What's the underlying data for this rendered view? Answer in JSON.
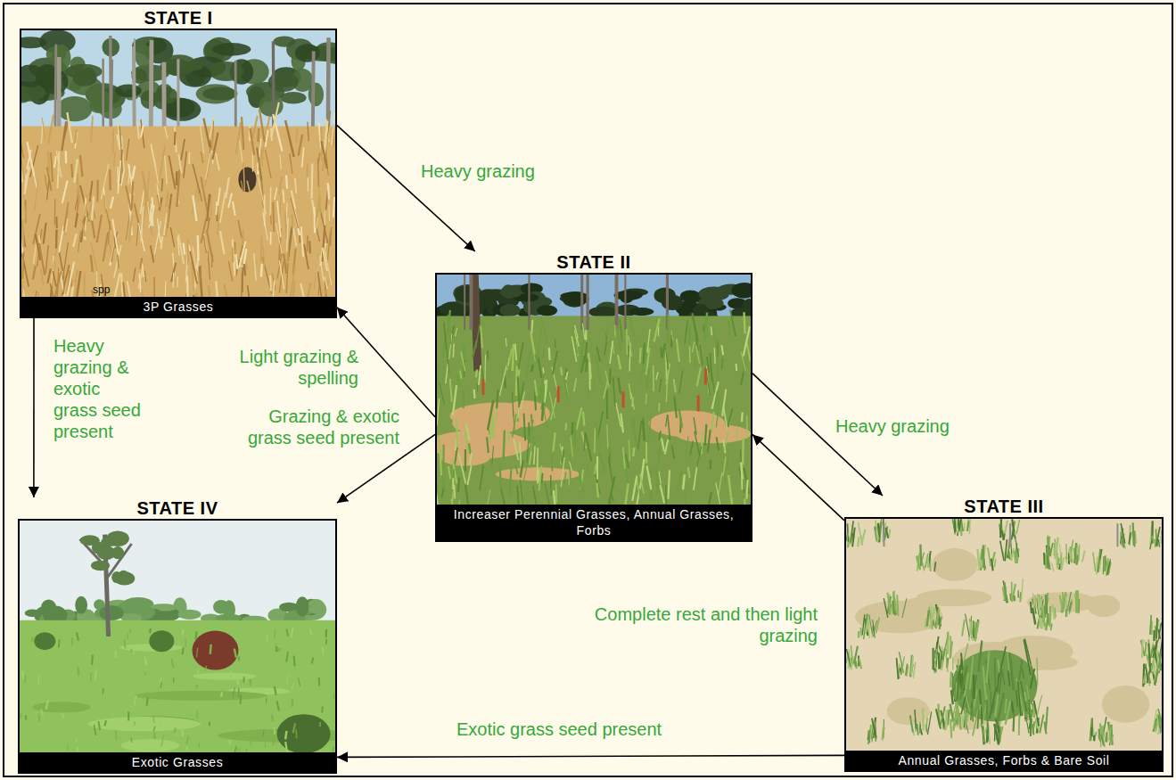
{
  "diagram": {
    "nodes": [
      {
        "text": [
          "STATE I",
          "3P Grasses"
        ]
      },
      {
        "text": [
          "STATE II",
          "Increaser Perennial Grasses, Annual Grasses, Forbs"
        ]
      },
      {
        "text": [
          "STATE III",
          "Annual Grasses, Forbs & Bare Soil"
        ]
      },
      {
        "text": [
          "STATE IV",
          "Exotic Grasses"
        ]
      }
    ],
    "edges": [
      {
        "from": 0,
        "to": 1,
        "label": "Heavy grazing",
        "arrow": "to"
      },
      {
        "from": 1,
        "to": 2,
        "label": "Heavy grazing",
        "arrow": "to"
      },
      {
        "from": 2,
        "to": 1,
        "label": "Complete rest and then light grazing",
        "arrow": "to"
      },
      {
        "from": 1,
        "to": 0,
        "label": "Light grazing & spelling",
        "arrow": "to"
      },
      {
        "from": 1,
        "to": 3,
        "label": "Grazing & exotic grass seed present",
        "arrow": "to"
      },
      {
        "from": 0,
        "to": 3,
        "label": "Heavy grazing & exotic grass seed present",
        "arrow": "to"
      },
      {
        "from": 2,
        "to": 3,
        "label": "Exotic grass seed present",
        "arrow": "to"
      }
    ],
    "labels": [
      "spp"
    ]
  }
}
